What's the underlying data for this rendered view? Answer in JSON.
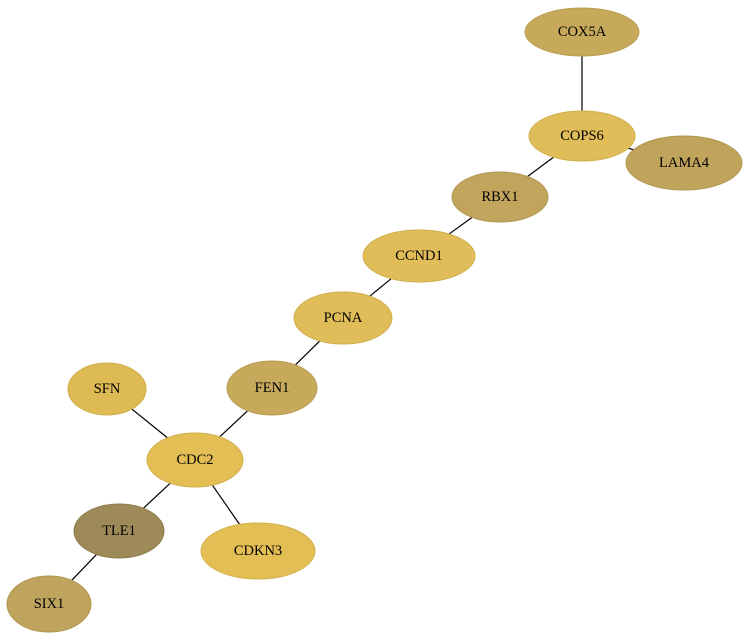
{
  "graph": {
    "nodes": [
      {
        "id": "COX5A",
        "label": "COX5A",
        "color": "#c6a95a",
        "border": "#b89e4f"
      },
      {
        "id": "COPS6",
        "label": "COPS6",
        "color": "#e0bd58",
        "border": "#cfae4c"
      },
      {
        "id": "LAMA4",
        "label": "LAMA4",
        "color": "#c0a45c",
        "border": "#b0964f"
      },
      {
        "id": "RBX1",
        "label": "RBX1",
        "color": "#c1a55d",
        "border": "#b0964f"
      },
      {
        "id": "CCND1",
        "label": "CCND1",
        "color": "#e0bd58",
        "border": "#cfae4c"
      },
      {
        "id": "PCNA",
        "label": "PCNA",
        "color": "#e0bd58",
        "border": "#cfae4c"
      },
      {
        "id": "FEN1",
        "label": "FEN1",
        "color": "#c6a95a",
        "border": "#b89e4f"
      },
      {
        "id": "SFN",
        "label": "SFN",
        "color": "#deba55",
        "border": "#cfae4c"
      },
      {
        "id": "CDC2",
        "label": "CDC2",
        "color": "#e3be55",
        "border": "#d2b04c"
      },
      {
        "id": "TLE1",
        "label": "TLE1",
        "color": "#9e8a58",
        "border": "#8f7c4c"
      },
      {
        "id": "CDKN3",
        "label": "CDKN3",
        "color": "#e3be55",
        "border": "#d2b04c"
      },
      {
        "id": "SIX1",
        "label": "SIX1",
        "color": "#bfa45d",
        "border": "#b0964f"
      }
    ],
    "edges": [
      [
        "COX5A",
        "COPS6"
      ],
      [
        "COPS6",
        "LAMA4"
      ],
      [
        "COPS6",
        "RBX1"
      ],
      [
        "RBX1",
        "CCND1"
      ],
      [
        "CCND1",
        "PCNA"
      ],
      [
        "PCNA",
        "FEN1"
      ],
      [
        "FEN1",
        "CDC2"
      ],
      [
        "SFN",
        "CDC2"
      ],
      [
        "CDC2",
        "TLE1"
      ],
      [
        "CDC2",
        "CDKN3"
      ],
      [
        "TLE1",
        "SIX1"
      ]
    ]
  }
}
